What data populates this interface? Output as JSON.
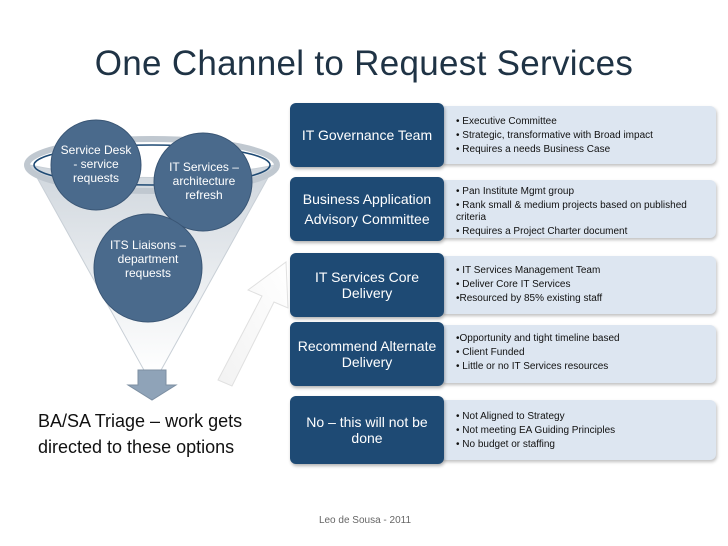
{
  "title": "One Channel to Request Services",
  "funnel": {
    "circles": [
      "Service Desk - service requests",
      "IT Services – architecture refresh",
      "ITS Liaisons – department requests"
    ],
    "triage": "BA/SA Triage – work gets directed to these options"
  },
  "rows": [
    {
      "label": "IT Governance Team",
      "bullets": [
        "• Executive Committee",
        "• Strategic, transformative with Broad impact",
        "• Requires a needs Business Case"
      ]
    },
    {
      "label": "Business Application Advisory Committee",
      "bullets": [
        "• Pan Institute Mgmt group",
        "• Rank small & medium projects based on published criteria",
        "• Requires a Project Charter document"
      ]
    },
    {
      "label": "IT Services Core Delivery",
      "bullets": [
        "• IT Services Management Team",
        "• Deliver Core IT Services",
        "•Resourced by 85% existing staff"
      ]
    },
    {
      "label": "Recommend Alternate Delivery",
      "bullets": [
        "•Opportunity and tight timeline based",
        "• Client Funded",
        "• Little or no IT Services resources"
      ]
    },
    {
      "label": "No – this will not be done",
      "bullets": [
        "• Not Aligned to Strategy",
        "• Not meeting EA Guiding Principles",
        "• No budget or staffing"
      ]
    }
  ],
  "footer": "Leo de Sousa - 2011",
  "colors": {
    "title": "#1f3345",
    "box": "#1e4a74",
    "panel": "#dde6f1",
    "circle": "#4a6a8c",
    "arrow": "#8fa3b8"
  }
}
